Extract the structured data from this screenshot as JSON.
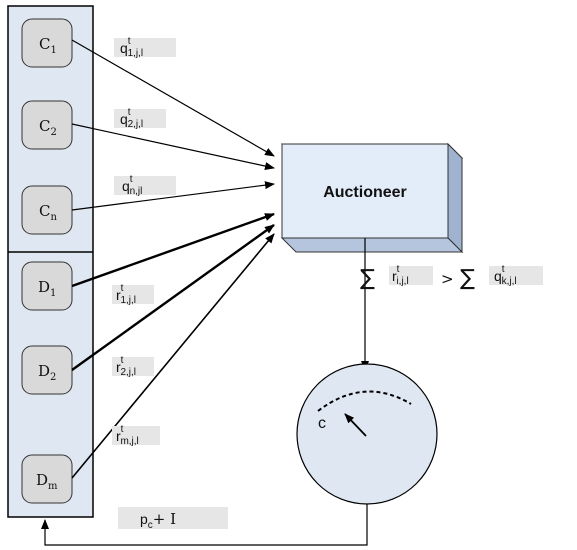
{
  "colors": {
    "panel_fill": "#dfe7f2",
    "node_fill": "#d9d9d9",
    "box_front": "#e3ecf9",
    "label_bg": "#e6e6e6",
    "gauge_fill": "#dfe7f2"
  },
  "consumers": [
    {
      "letter": "C",
      "sub": "1"
    },
    {
      "letter": "C",
      "sub": "2"
    },
    {
      "letter": "C",
      "sub": "n"
    }
  ],
  "producers": [
    {
      "letter": "D",
      "sub": "1"
    },
    {
      "letter": "D",
      "sub": "2"
    },
    {
      "letter": "D",
      "sub": "m"
    }
  ],
  "consumer_edges": [
    {
      "base": "q",
      "sup": "t",
      "sub": "1,j,l"
    },
    {
      "base": "q",
      "sup": "t",
      "sub": "2,j,l"
    },
    {
      "base": "q",
      "sup": "t",
      "sub": "n,jl"
    }
  ],
  "producer_edges": [
    {
      "base": "r",
      "sup": "t",
      "sub": "1,j,l"
    },
    {
      "base": "r",
      "sup": "t",
      "sub": "2,j,l"
    },
    {
      "base": "r",
      "sup": "t",
      "sub": "m,j,l"
    }
  ],
  "auctioneer": {
    "label": "Auctioneer"
  },
  "condition": {
    "sigma": "∑",
    "left": {
      "base": "r",
      "sup": "t",
      "sub": "i,j,l"
    },
    "op": ">",
    "right": {
      "base": "q",
      "sup": "t",
      "sub": "k,j,l"
    }
  },
  "gauge": {
    "label": "c"
  },
  "feedback": {
    "base": "p",
    "sub": "c",
    "suffix": "+ I"
  }
}
